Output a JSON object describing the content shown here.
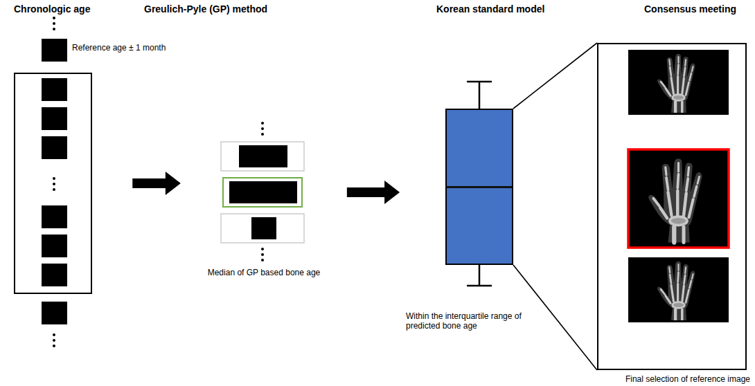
{
  "diagram": {
    "nodes": [
      {
        "text": [
          "Reference age ± 1 month"
        ]
      },
      {
        "text": [
          "Median of GP based bone age"
        ]
      },
      {
        "text": [
          "Within the interquartile range of predicted bone age"
        ]
      },
      {
        "text": [
          "Final selection of reference image"
        ]
      }
    ],
    "edges": [
      {
        "from": 0,
        "to": 1,
        "arrow": "to"
      },
      {
        "from": 1,
        "to": 2,
        "arrow": "to"
      },
      {
        "from": 2,
        "to": 3,
        "arrow": "none"
      }
    ],
    "labels": [
      "Chronologic age",
      "Greulich-Pyle (GP) method",
      "Korean standard model",
      "Consensus meeting"
    ]
  }
}
